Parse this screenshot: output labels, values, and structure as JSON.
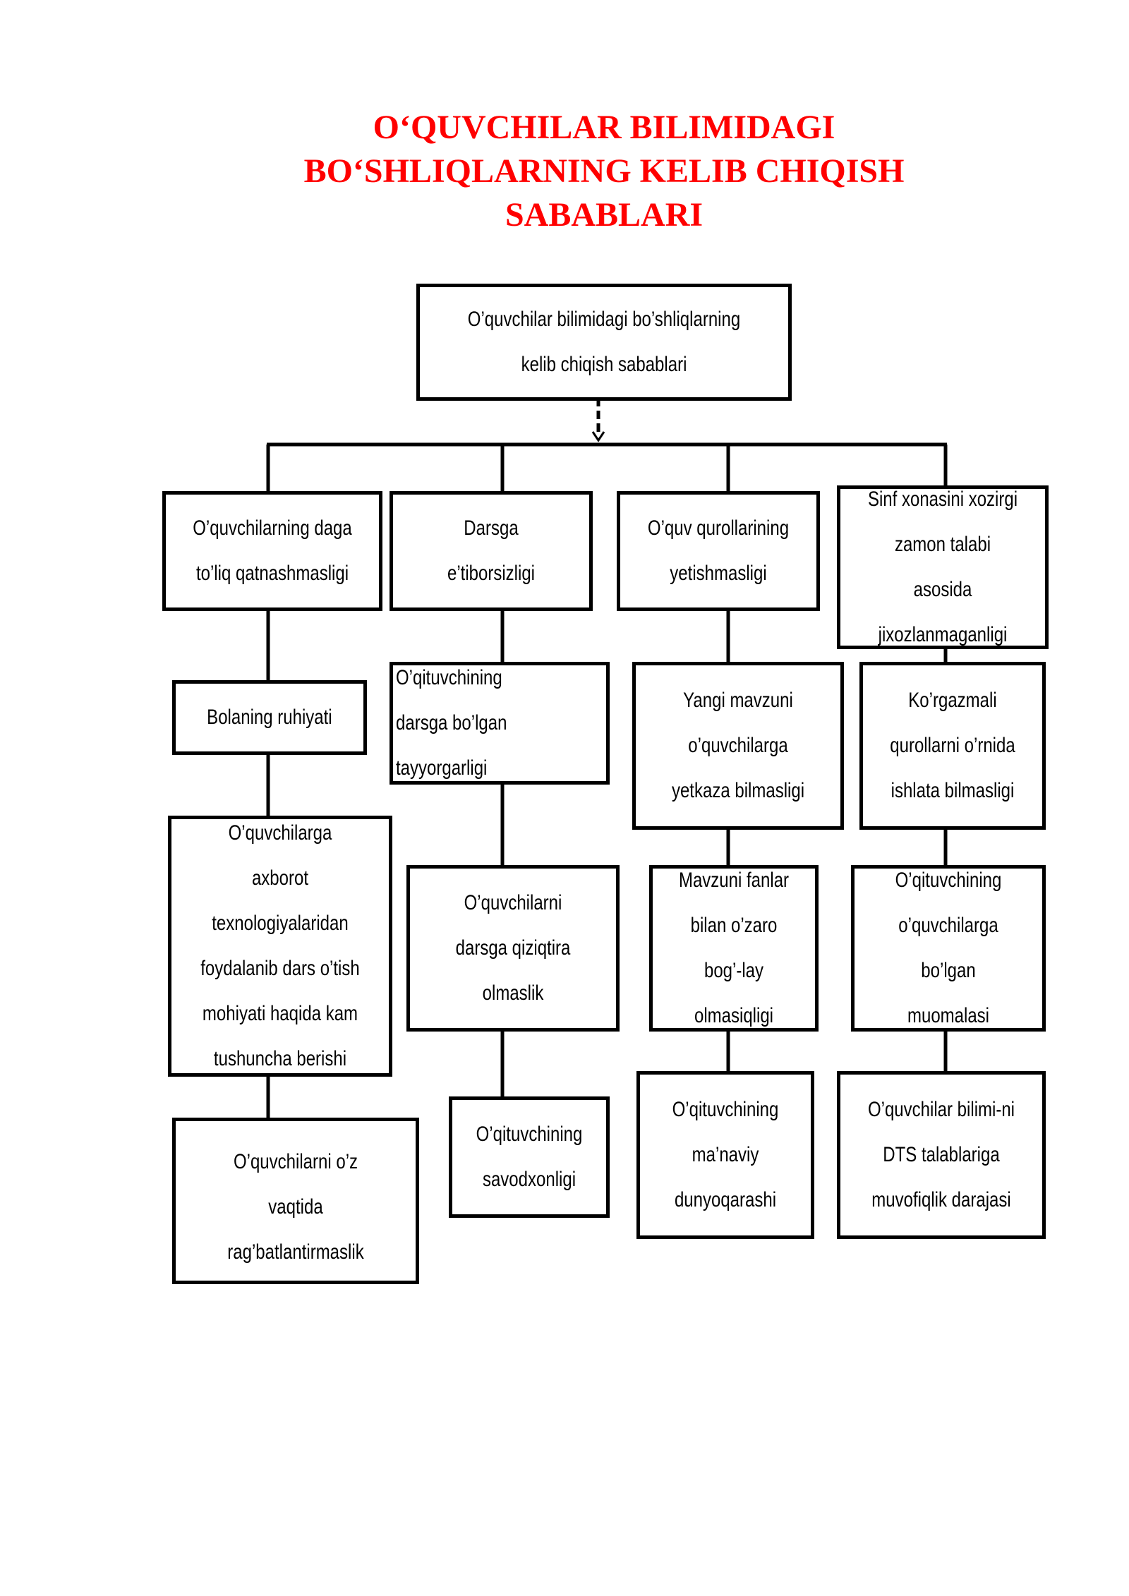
{
  "title": {
    "line1": "O‘QUVCHILAR BILIMIDAGI",
    "line2": "BO‘SHLIQLARNING KELIB CHIQISH",
    "line3": "SABABLARI"
  },
  "diagram": {
    "root": "O’quvchilar bilimidagi bo’shliqlarning kelib chiqish sabablari",
    "col1": [
      "O’quvchilarning daga to’liq qatnashmasligi",
      "Bolaning ruhiyati",
      "O’quvchilarga axborot texnologiyalaridan foydalanib dars o’tish mohiyati haqida kam tushuncha berishi",
      "O’quvchilarni o’z vaqtida rag’batlantirmaslik"
    ],
    "col2": [
      "Darsga e’tiborsizligi",
      "O’qituvchining darsga bo’lgan tayyorgarligi",
      "O’quvchilarni darsga qiziqtira olmaslik",
      "O’qituvchining savodxonligi"
    ],
    "col3": [
      "O’quv qurollarining yetishmasligi",
      "Yangi mavzuni o’quvchilarga yetkaza bilmasligi",
      "Mavzuni fanlar bilan o’zaro bog’-lay olmasiqligi",
      "O’qituvchining ma’naviy dunyoqarashi"
    ],
    "col4": [
      "Sinf xonasini xozirgi zamon talabi asosida jixozlanmaganligi",
      "Ko’rgazmali qurollarni o’rnida ishlata bilmasligi",
      "O’qituvchining o’quvchilarga bo’lgan muomalasi",
      "O’quvchilar bilimi-ni DTS talablariga muvofiqlik darajasi"
    ]
  }
}
